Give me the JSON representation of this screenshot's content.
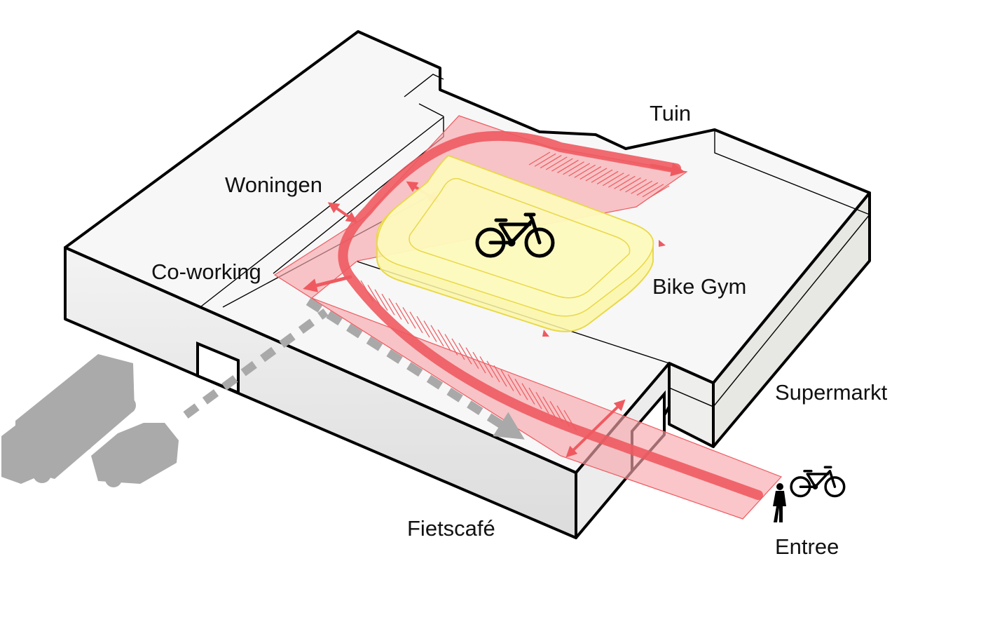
{
  "labels": {
    "tuin": "Tuin",
    "woningen": "Woningen",
    "coworking": "Co-working",
    "bike_gym": "Bike Gym",
    "supermarkt": "Supermarkt",
    "fietscafe": "Fietscafé",
    "entree": "Entree"
  },
  "colors": {
    "outline": "#000000",
    "roof": "#f7f7f7",
    "wall": "#e6e6e6",
    "route_zone": "#f7a8ac",
    "route_line": "#ee5a60",
    "bike_gym_fill": "#fbf7a6",
    "bike_gym_edge": "#e9d84a",
    "vehicle_silhouette": "#aaaaaa",
    "service_path": "#a9a9a9"
  },
  "icons": [
    "bicycle-icon",
    "pedestrian-icon",
    "truck-icon",
    "car-icon"
  ]
}
